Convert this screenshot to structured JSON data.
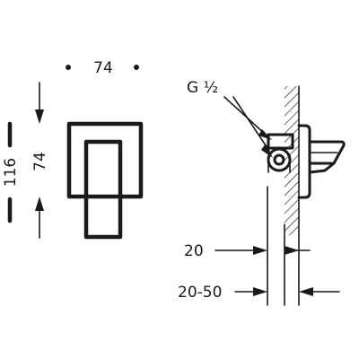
{
  "front_view": {
    "width_label": "74",
    "inner_height_label": "74",
    "total_height_label": "116"
  },
  "side_view": {
    "thread_label": "G ½",
    "depth_label": "20",
    "range_label": "20-50"
  }
}
